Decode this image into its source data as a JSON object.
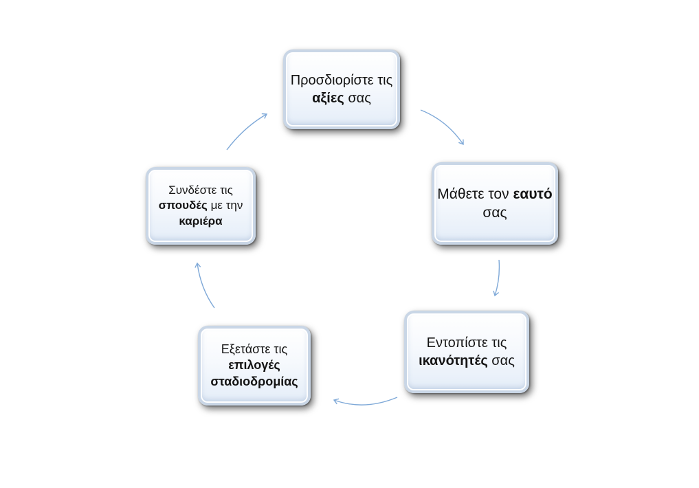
{
  "cycle": {
    "nodes": [
      {
        "id": "values",
        "pre": "Προσδιορίστε τις ",
        "bold": "αξίες",
        "post": " σας"
      },
      {
        "id": "know",
        "pre": "Μάθετε τον ",
        "bold": "εαυτό",
        "post": " σας"
      },
      {
        "id": "skills",
        "pre": "Εντοπίστε τις ",
        "bold": "ικανότητές",
        "post": " σας"
      },
      {
        "id": "career",
        "pre": "Εξετάστε τις ",
        "bold": "επιλογές σταδιοδρομίας",
        "post": ""
      },
      {
        "id": "study",
        "pre": "Συνδέστε τις ",
        "bold": "σπουδές",
        "post": " με την ",
        "bold2": "καριέρα"
      }
    ]
  },
  "colors": {
    "arrow": "#7fa9d8",
    "text": "#141414"
  }
}
